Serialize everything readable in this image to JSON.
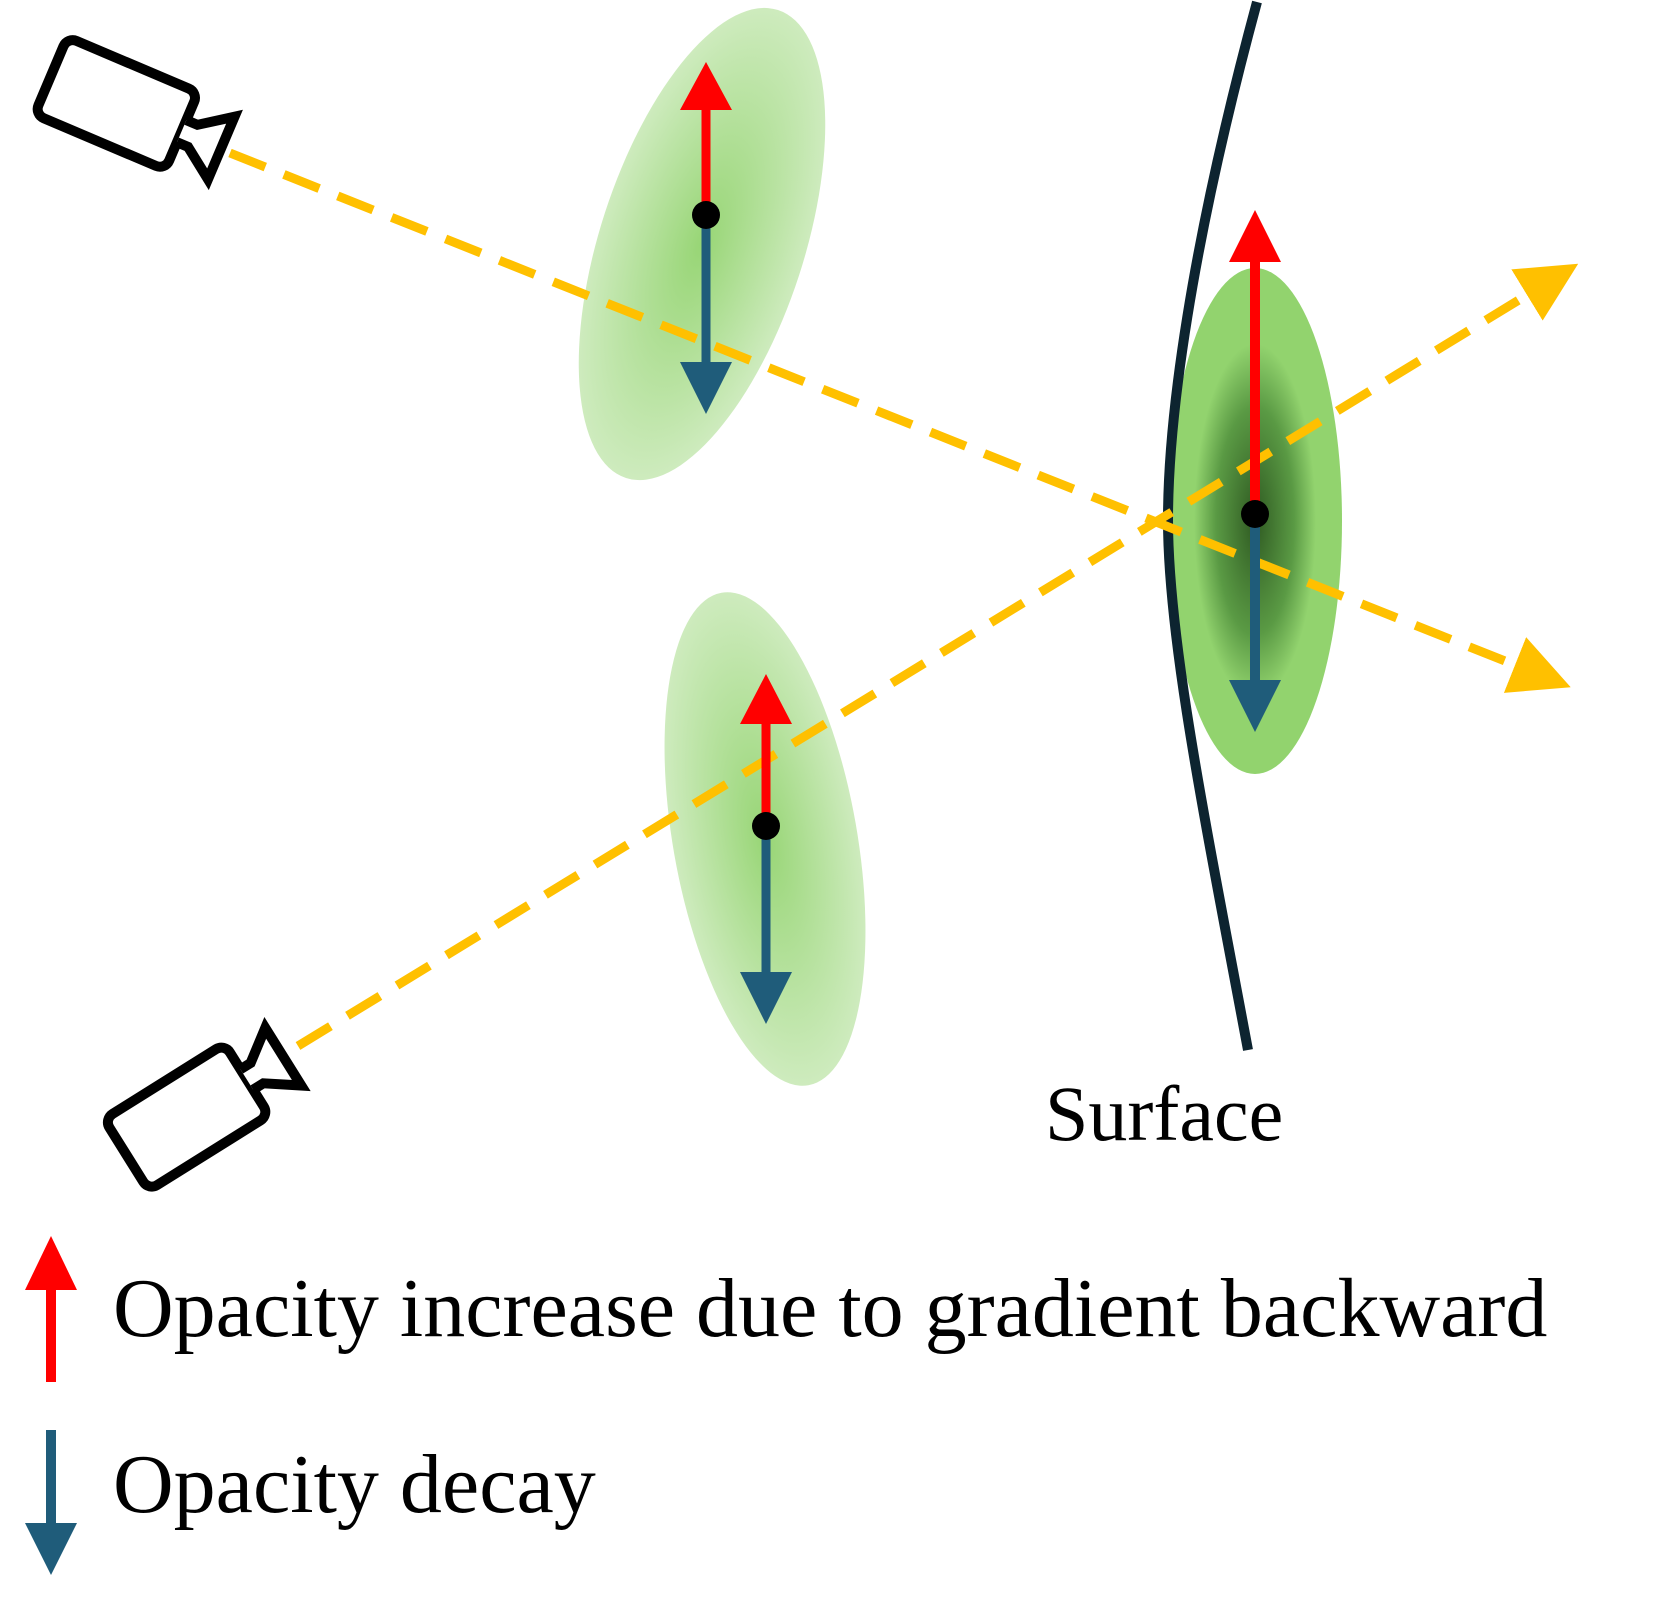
{
  "surface_label": "Surface",
  "legend": {
    "increase_label": "Opacity increase due to gradient backward",
    "decay_label": "Opacity decay"
  },
  "colors": {
    "increase_arrow": "#ff0000",
    "decay_arrow": "#1f5c7a",
    "ray": "#ffc000",
    "gaussian": "#92d36e",
    "gaussian_core": "#3a6a2a",
    "surface": "#0d2430",
    "camera": "#000000"
  },
  "icons": {
    "camera_top": "video-camera-icon",
    "camera_bottom": "video-camera-icon"
  }
}
